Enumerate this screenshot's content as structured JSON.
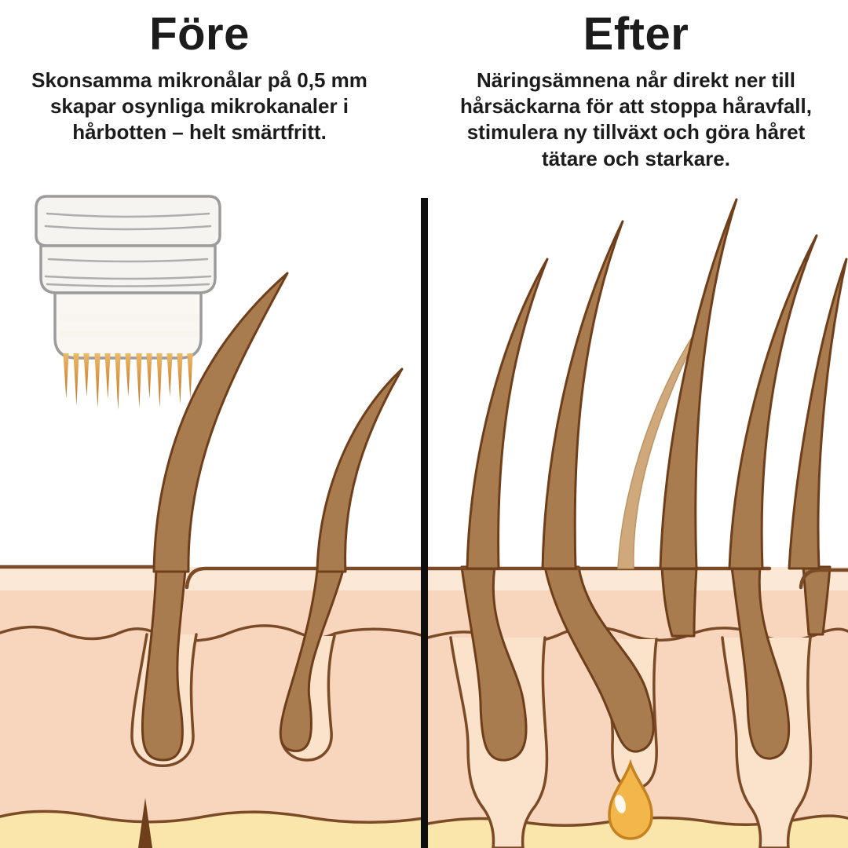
{
  "panels": {
    "before": {
      "title": "Före",
      "description": "Skonsamma mikronålar på 0,5 mm\nskapar osynliga mikrokanaler i\nhårbotten – helt smärtfritt."
    },
    "after": {
      "title": "Efter",
      "description": "Näringsämnena når direkt ner till\nhårsäckarna för att stoppa håravfall,\nstimulera ny tillväxt och göra håret\ntätare och starkare."
    }
  },
  "illustration": {
    "icons": [
      "microneedling-stamp-icon",
      "micro-needles-icon",
      "hair-strand-icon",
      "hair-follicle-icon",
      "new-hair-strand-icon",
      "serum-droplet-icon",
      "skin-cross-section-icon"
    ],
    "colors": {
      "text_color": "#1c1c1c",
      "divider": "#0e0e0e",
      "epidermis": "#fce8d6",
      "dermis": "#f8d6bd",
      "pocket": "#fbe2ca",
      "fat": "#fae6ab",
      "skin_outline": "#7b4a26",
      "hair": "#a87c4e",
      "hair_outline": "#6f3e1a",
      "new_hair": "#cfa97c",
      "needle_gold": "#d98f2f",
      "device_fill": "#f6f4f1",
      "device_outline": "#9c9c9c",
      "droplet": "#f2b64b",
      "droplet_outline": "#c5821f"
    }
  }
}
